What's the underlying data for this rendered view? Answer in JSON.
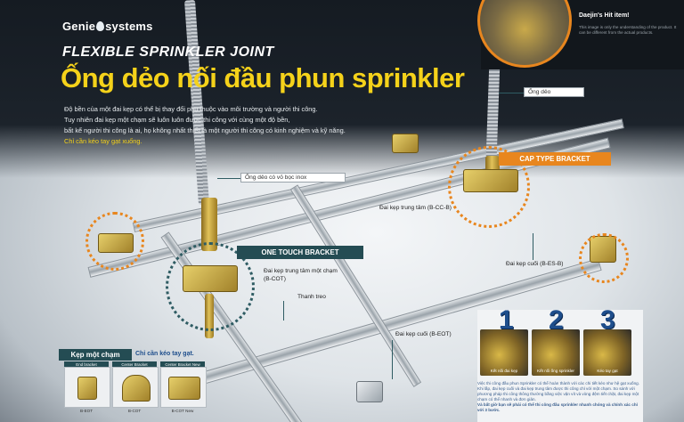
{
  "brand": {
    "logo_left": "Genie",
    "logo_right": "systems"
  },
  "title": {
    "en": "FLEXIBLE SPRINKLER JOINT",
    "vn": "Ống dẻo nối đầu phun sprinkler"
  },
  "description": {
    "line1": "Độ bền của một đai kẹp có thể bị thay đổi phụ thuộc vào môi trường và người thi công.",
    "line2": "Tuy nhiên đai kẹp một chạm sẽ luôn luôn được thi công với cùng một độ bền,",
    "line3": "bất kể người thi công là ai, họ không nhất thiết là một người thi công có kinh nghiệm và kỹ năng.",
    "highlight": "Chỉ cần kéo tay gạt xuống."
  },
  "hit_item": {
    "title": "Daejin's Hit item!",
    "note": "This image is only the understanding of the product. It can be different from the actual products."
  },
  "labels": {
    "ong_deo": "Ống dẻo",
    "ong_deo_inox": "Ống dẻo có vỏ bọc inox",
    "cap_type": "CAP TYPE BRACKET",
    "dai_kep_trung_tam": "Đai kẹp trung tâm (B-CC-B)",
    "dai_kep_cuoi_esb": "Đai kẹp cuối (B-ES-B)",
    "one_touch": "ONE TOUCH  BRACKET",
    "dai_kep_mot_cham": "Đai kẹp trung tâm một chạm",
    "dai_kep_mot_cham_code": "(B-COT)",
    "thanh_treo": "Thanh treo",
    "dai_kep_cuoi_eot": "Đai kẹp cuối (B-EOT)"
  },
  "legend": {
    "head": "Kẹp một chạm",
    "sub": "Chỉ cần kéo tay gạt.",
    "items": [
      {
        "title": "End bracket",
        "caption": "B-EOT"
      },
      {
        "title": "Center Bracket",
        "caption": "B-COT"
      },
      {
        "title": "Center Bracket New",
        "caption": "B-COT New"
      }
    ]
  },
  "steps": {
    "items": [
      {
        "num": "1",
        "caption": "Kết nối đai kẹp"
      },
      {
        "num": "2",
        "caption": "Kết nối ống sprinkler"
      },
      {
        "num": "3",
        "caption": "Kéo tay gạt"
      }
    ],
    "text": "Việc thi công đầu phun Sprinkler có thể hoàn thành với các chi tiết kèo như hệ gạt xuống. Khi lắp, đai kẹp cuối và đai kẹp trung tâm được thi công chỉ với một chạm. So sánh với phương pháp thi công thông thường bằng việc vặn vít và vòng đệm tiết chặt, đai kẹp một chạm có thể nhanh và đơn giản.",
    "text2": "Và bất giờ bạn sẽ phải có thể thi công đầu sprinkler nhanh chóng và chính xác chỉ với 3 bước."
  },
  "colors": {
    "accent": "#e8861e",
    "teal": "#244c53",
    "title_yellow": "#f5d21a",
    "step_blue": "#1e4e8c"
  }
}
